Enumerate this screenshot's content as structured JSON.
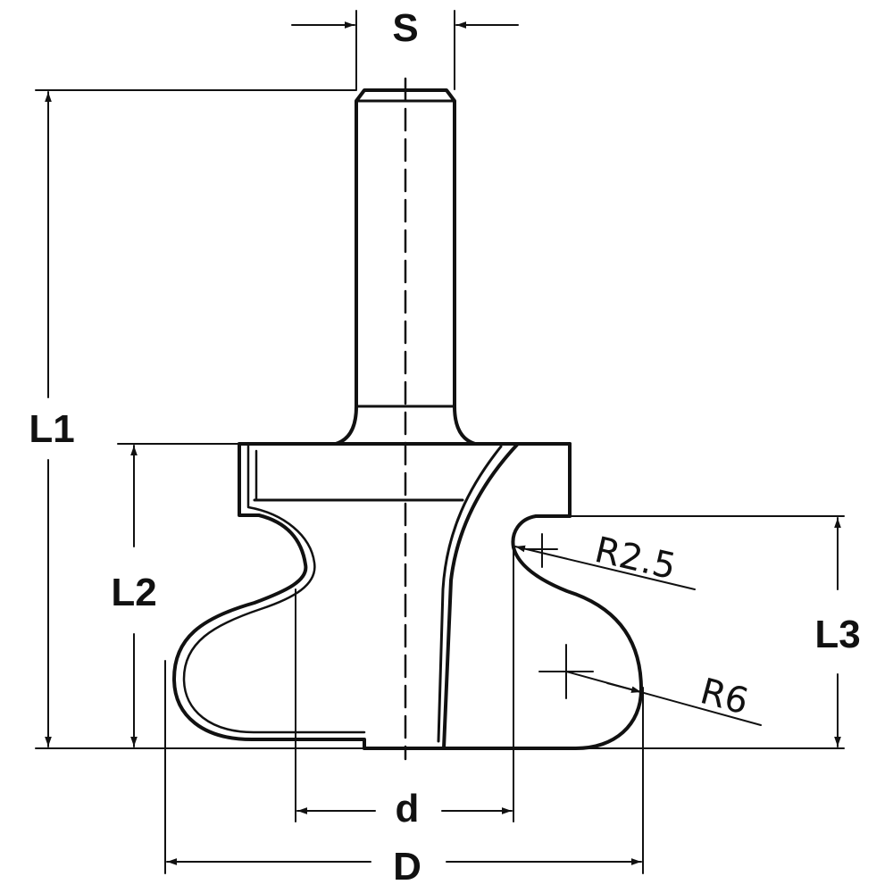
{
  "diagram": {
    "labels": {
      "S": "S",
      "L1": "L1",
      "L2": "L2",
      "L3": "L3",
      "d": "d",
      "D": "D",
      "R25": "R2.5",
      "R6": "R6"
    },
    "colors": {
      "line": "#111111",
      "background": "#ffffff"
    }
  }
}
